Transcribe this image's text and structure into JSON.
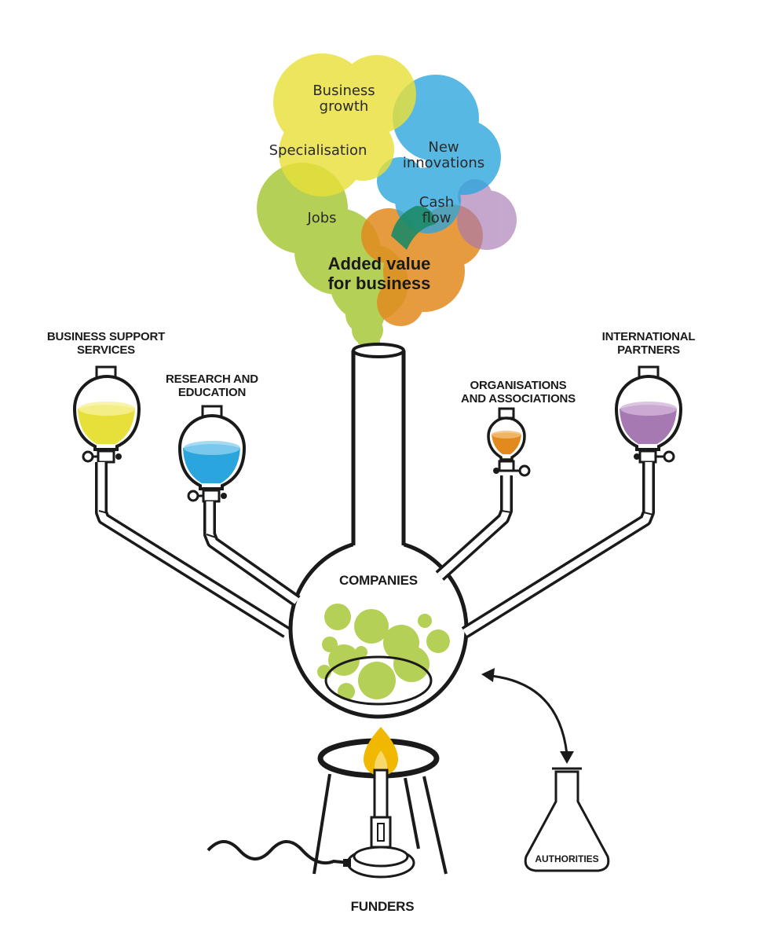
{
  "colors": {
    "stroke": "#1a1a1a",
    "yellow": "#e8e03a",
    "blue": "#2aa5dd",
    "orange": "#e28a1e",
    "purple": "#a779b3",
    "green": "#a8c83a",
    "flame": "#f0b800"
  },
  "cloud": {
    "business_growth": "Business\ngrowth",
    "specialisation": "Specialisation",
    "new_innovations": "New\ninnovations",
    "cash_flow": "Cash\nflow",
    "jobs": "Jobs",
    "added_value": "Added value\nfor business"
  },
  "labels": {
    "business_support": "BUSINESS SUPPORT\nSERVICES",
    "research_education": "RESEARCH AND\nEDUCATION",
    "organisations": "ORGANISATIONS\nAND ASSOCIATIONS",
    "international": "INTERNATIONAL\nPARTNERS",
    "companies": "COMPANIES",
    "funders": "FUNDERS",
    "authorities": "AUTHORITIES"
  },
  "icons": {
    "funnel_1": "separatory-funnel-icon",
    "funnel_2": "separatory-funnel-icon",
    "funnel_3": "separatory-funnel-icon",
    "funnel_4": "separatory-funnel-icon",
    "flask": "round-bottom-flask-icon",
    "burner": "bunsen-burner-icon",
    "erlenmeyer": "erlenmeyer-flask-icon",
    "arrow": "double-arrow-icon"
  }
}
